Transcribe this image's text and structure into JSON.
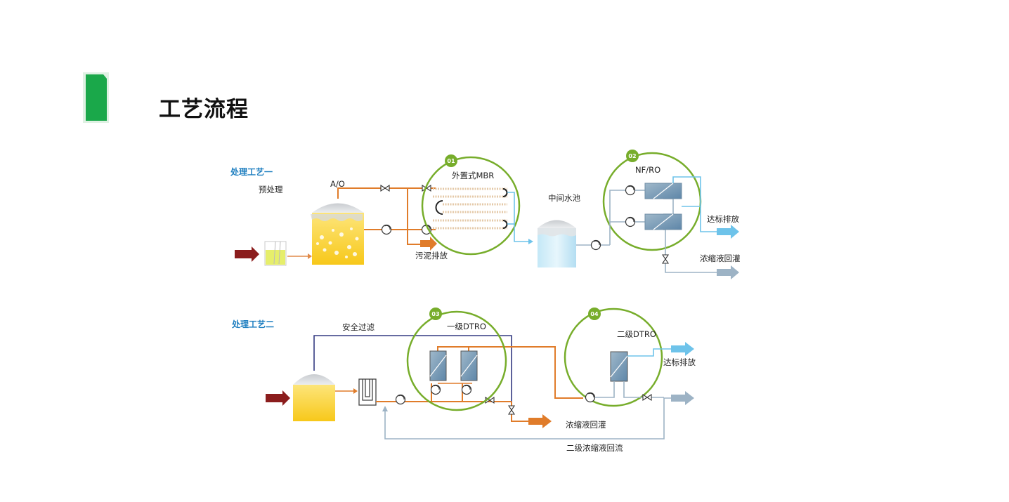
{
  "page": {
    "title": "工艺流程",
    "accent_color": "#1aa84a"
  },
  "process1": {
    "heading": "处理工艺一",
    "labels": {
      "pretreat": "预处理",
      "ao": "A/O",
      "mbr": "外置式MBR",
      "sludge": "污泥排放",
      "mid_tank": "中间水池",
      "nfro": "NF/RO",
      "discharge": "达标排放",
      "concentrate": "浓缩液回灌"
    },
    "badges": [
      "01",
      "02"
    ]
  },
  "process2": {
    "heading": "处理工艺二",
    "labels": {
      "safety_filter": "安全过滤",
      "dtro1": "一级DTRO",
      "dtro2": "二级DTRO",
      "discharge": "达标排放",
      "concentrate": "浓缩液回灌",
      "reflux": "二级浓缩液回流"
    },
    "badges": [
      "03",
      "04"
    ]
  },
  "colors": {
    "heading_blue": "#1f7fc0",
    "green": "#77ad2b",
    "orange": "#e07c2a",
    "light_blue": "#6ec3ea",
    "gray_blue": "#9db3c5",
    "dark_red": "#8b1d1d",
    "navy": "#343a82"
  }
}
